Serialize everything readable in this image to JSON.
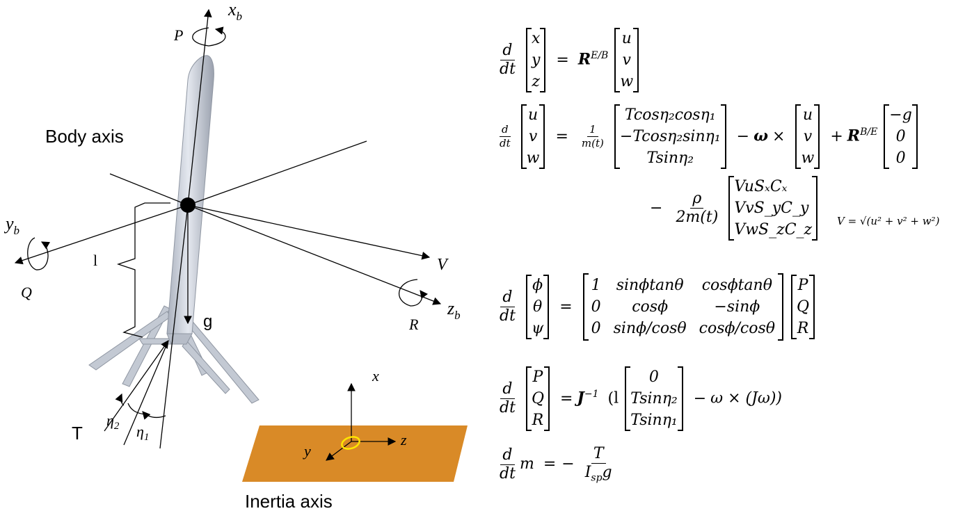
{
  "figure": {
    "labels": {
      "body_axis": "Body axis",
      "inertia_axis": "Inertia axis",
      "xb": "x",
      "xb_sub": "b",
      "yb": "y",
      "yb_sub": "b",
      "zb": "z",
      "zb_sub": "b",
      "P": "P",
      "Q": "Q",
      "R": "R",
      "V": "V",
      "g": "g",
      "l": "l",
      "T": "T",
      "eta2": "η",
      "eta2_sub": "2",
      "eta1": "η",
      "eta1_sub": "1",
      "inertial_x": "x",
      "inertial_y": "y",
      "inertial_z": "z"
    },
    "colors": {
      "ground": "#D98A27",
      "ground_edge": "#C9791A",
      "origin_ring": "#FFE600",
      "rocket_body": "#C9CFDA"
    }
  },
  "equations": {
    "eq1": {
      "lhs": [
        "x",
        "y",
        "z"
      ],
      "rot": "R",
      "rot_sup": "E/B",
      "rhs": [
        "u",
        "v",
        "w"
      ]
    },
    "eq2": {
      "lhs": [
        "u",
        "v",
        "w"
      ],
      "coef_num": "1",
      "coef_den": "m(t)",
      "thrust": [
        "Tcosη₂cosη₁",
        "−Tcosη₂sinη₁",
        "Tsinη₂"
      ],
      "omega": "ω",
      "vel": [
        "u",
        "v",
        "w"
      ],
      "rot": "R",
      "rot_sup": "B/E",
      "grav": [
        "−g",
        "0",
        "0"
      ],
      "drag_num": "ρ",
      "drag_den": "2m(t)",
      "drag": [
        "VuSₓCₓ",
        "VvS_yC_y",
        "VwS_zC_z"
      ],
      "speed": "V = √(u² + v² + w²)"
    },
    "eq3": {
      "lhs": [
        "ϕ",
        "θ",
        "ψ"
      ],
      "matrix": [
        [
          "1",
          "sinϕtanθ",
          "cosϕtanθ"
        ],
        [
          "0",
          "cosϕ",
          "−sinϕ"
        ],
        [
          "0",
          "sinϕ/cosθ",
          "cosϕ/cosθ"
        ]
      ],
      "rhs": [
        "P",
        "Q",
        "R"
      ]
    },
    "eq4": {
      "lhs": [
        "P",
        "Q",
        "R"
      ],
      "inertia": "J",
      "inertia_sup": "−1",
      "l": "l",
      "torque": [
        "0",
        "Tsinη₂",
        "Tsinη₁"
      ],
      "tail": "ω × (Jω))"
    },
    "eq5": {
      "lhs": "m",
      "num": "T",
      "den": "I",
      "den_sub": "sp",
      "den_tail": "g"
    }
  }
}
